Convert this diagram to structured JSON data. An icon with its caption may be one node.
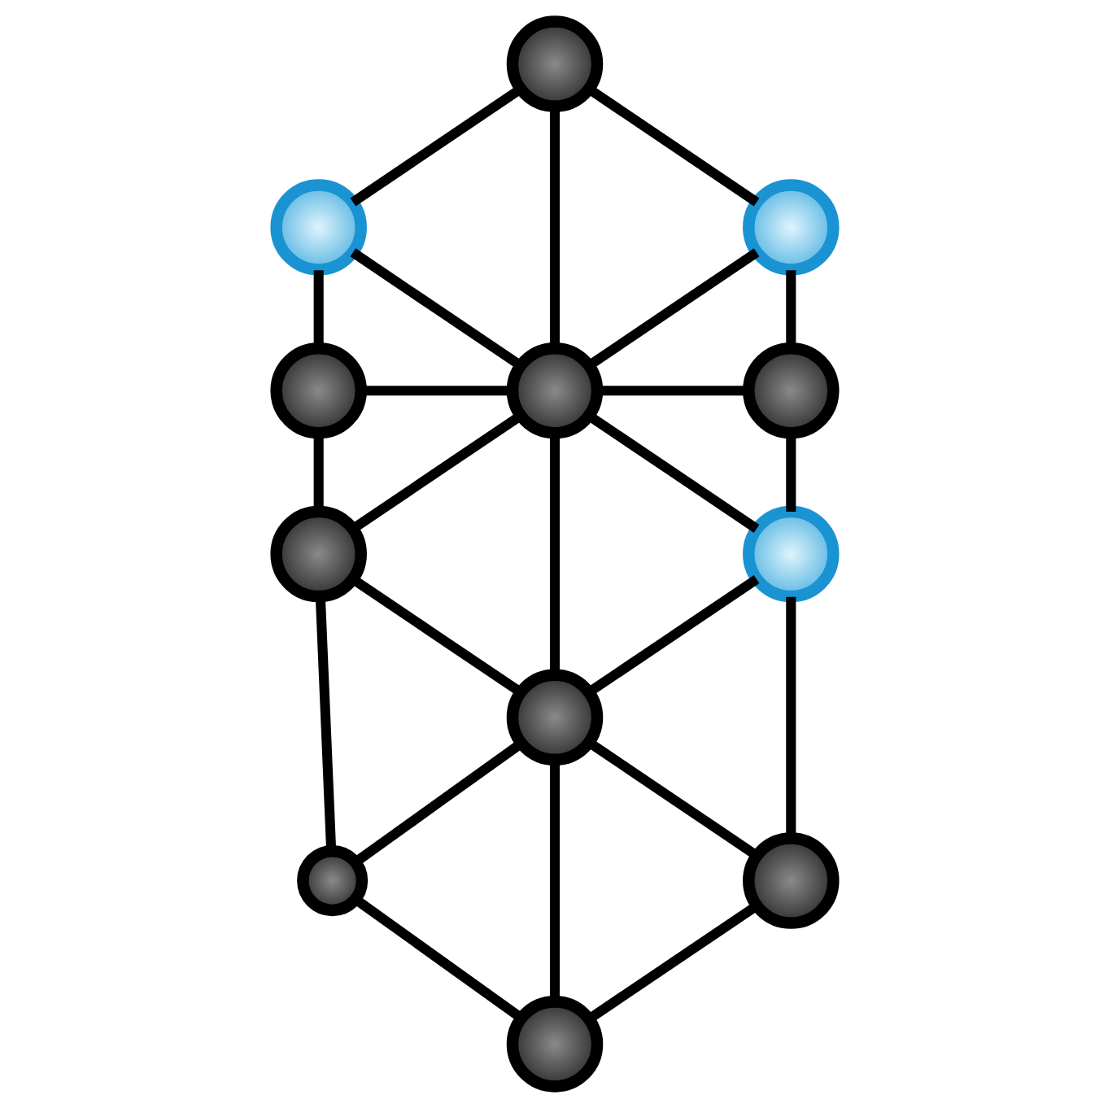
{
  "diagram": {
    "nodes": [
      {
        "text": [],
        "shape": "circle"
      },
      {
        "text": [],
        "shape": "circle"
      },
      {
        "text": [],
        "shape": "circle"
      },
      {
        "text": [],
        "shape": "circle"
      },
      {
        "text": [],
        "shape": "circle"
      },
      {
        "text": [],
        "shape": "circle"
      },
      {
        "text": [],
        "shape": "circle"
      },
      {
        "text": [],
        "shape": "circle"
      },
      {
        "text": [],
        "shape": "circle"
      },
      {
        "text": [],
        "shape": "circle"
      },
      {
        "text": [],
        "shape": "circle"
      },
      {
        "text": [],
        "shape": "circle"
      }
    ],
    "edges": [
      {
        "from": 0,
        "to": 1,
        "arrow": "none"
      },
      {
        "from": 0,
        "to": 2,
        "arrow": "none"
      },
      {
        "from": 0,
        "to": 4,
        "arrow": "none"
      },
      {
        "from": 1,
        "to": 3,
        "arrow": "none"
      },
      {
        "from": 1,
        "to": 4,
        "arrow": "none"
      },
      {
        "from": 2,
        "to": 4,
        "arrow": "none"
      },
      {
        "from": 2,
        "to": 5,
        "arrow": "none"
      },
      {
        "from": 3,
        "to": 4,
        "arrow": "none"
      },
      {
        "from": 3,
        "to": 6,
        "arrow": "none"
      },
      {
        "from": 4,
        "to": 5,
        "arrow": "none"
      },
      {
        "from": 4,
        "to": 6,
        "arrow": "none"
      },
      {
        "from": 4,
        "to": 7,
        "arrow": "none"
      },
      {
        "from": 4,
        "to": 8,
        "arrow": "none"
      },
      {
        "from": 5,
        "to": 7,
        "arrow": "none"
      },
      {
        "from": 6,
        "to": 8,
        "arrow": "none"
      },
      {
        "from": 6,
        "to": 9,
        "arrow": "none"
      },
      {
        "from": 7,
        "to": 8,
        "arrow": "none"
      },
      {
        "from": 7,
        "to": 10,
        "arrow": "none"
      },
      {
        "from": 8,
        "to": 9,
        "arrow": "none"
      },
      {
        "from": 8,
        "to": 11,
        "arrow": "none"
      },
      {
        "from": 8,
        "to": 10,
        "arrow": "none"
      },
      {
        "from": 9,
        "to": 11,
        "arrow": "none"
      },
      {
        "from": 10,
        "to": 11,
        "arrow": "none"
      }
    ]
  }
}
